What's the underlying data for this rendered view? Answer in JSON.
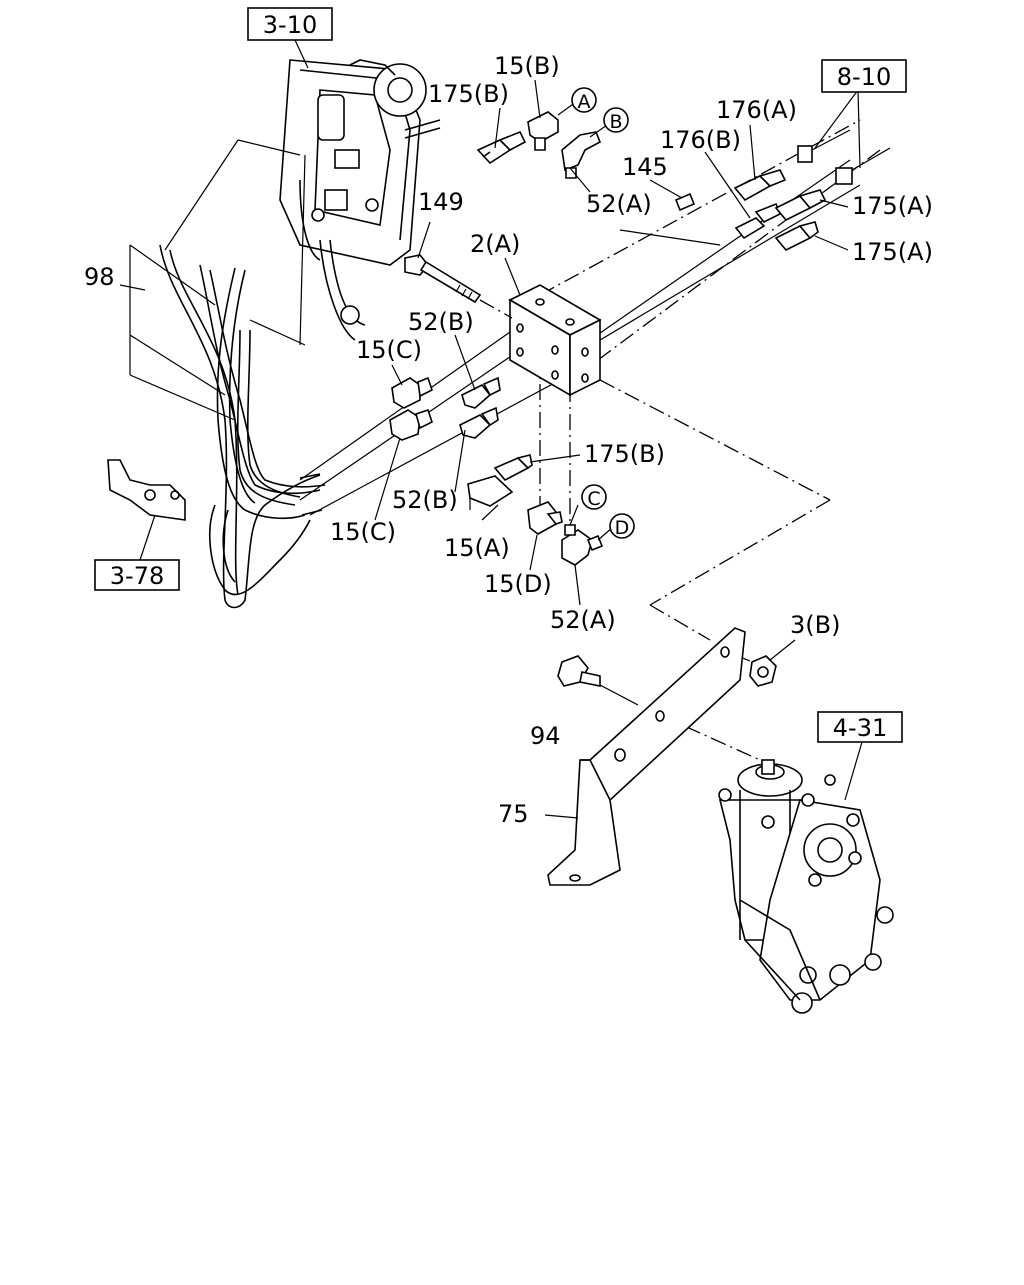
{
  "references": {
    "r310": "3-10",
    "r810": "8-10",
    "r378": "3-78",
    "r431": "4-31"
  },
  "callouts": {
    "a": "A",
    "b": "B",
    "c": "C",
    "d": "D"
  },
  "labels": {
    "p15b": "15(B)",
    "p175b_top": "175(B)",
    "p176a": "176(A)",
    "p176b": "176(B)",
    "p145": "145",
    "p52a_top": "52(A)",
    "p175a_1": "175(A)",
    "p175a_2": "175(A)",
    "p149": "149",
    "p2a": "2(A)",
    "p98": "98",
    "p52b_1": "52(B)",
    "p15c_1": "15(C)",
    "p175b_mid": "175(B)",
    "p52b_2": "52(B)",
    "p15c_2": "15(C)",
    "p15a": "15(A)",
    "p15d": "15(D)",
    "p52a_bot": "52(A)",
    "p3b": "3(B)",
    "p94": "94",
    "p75": "75"
  }
}
